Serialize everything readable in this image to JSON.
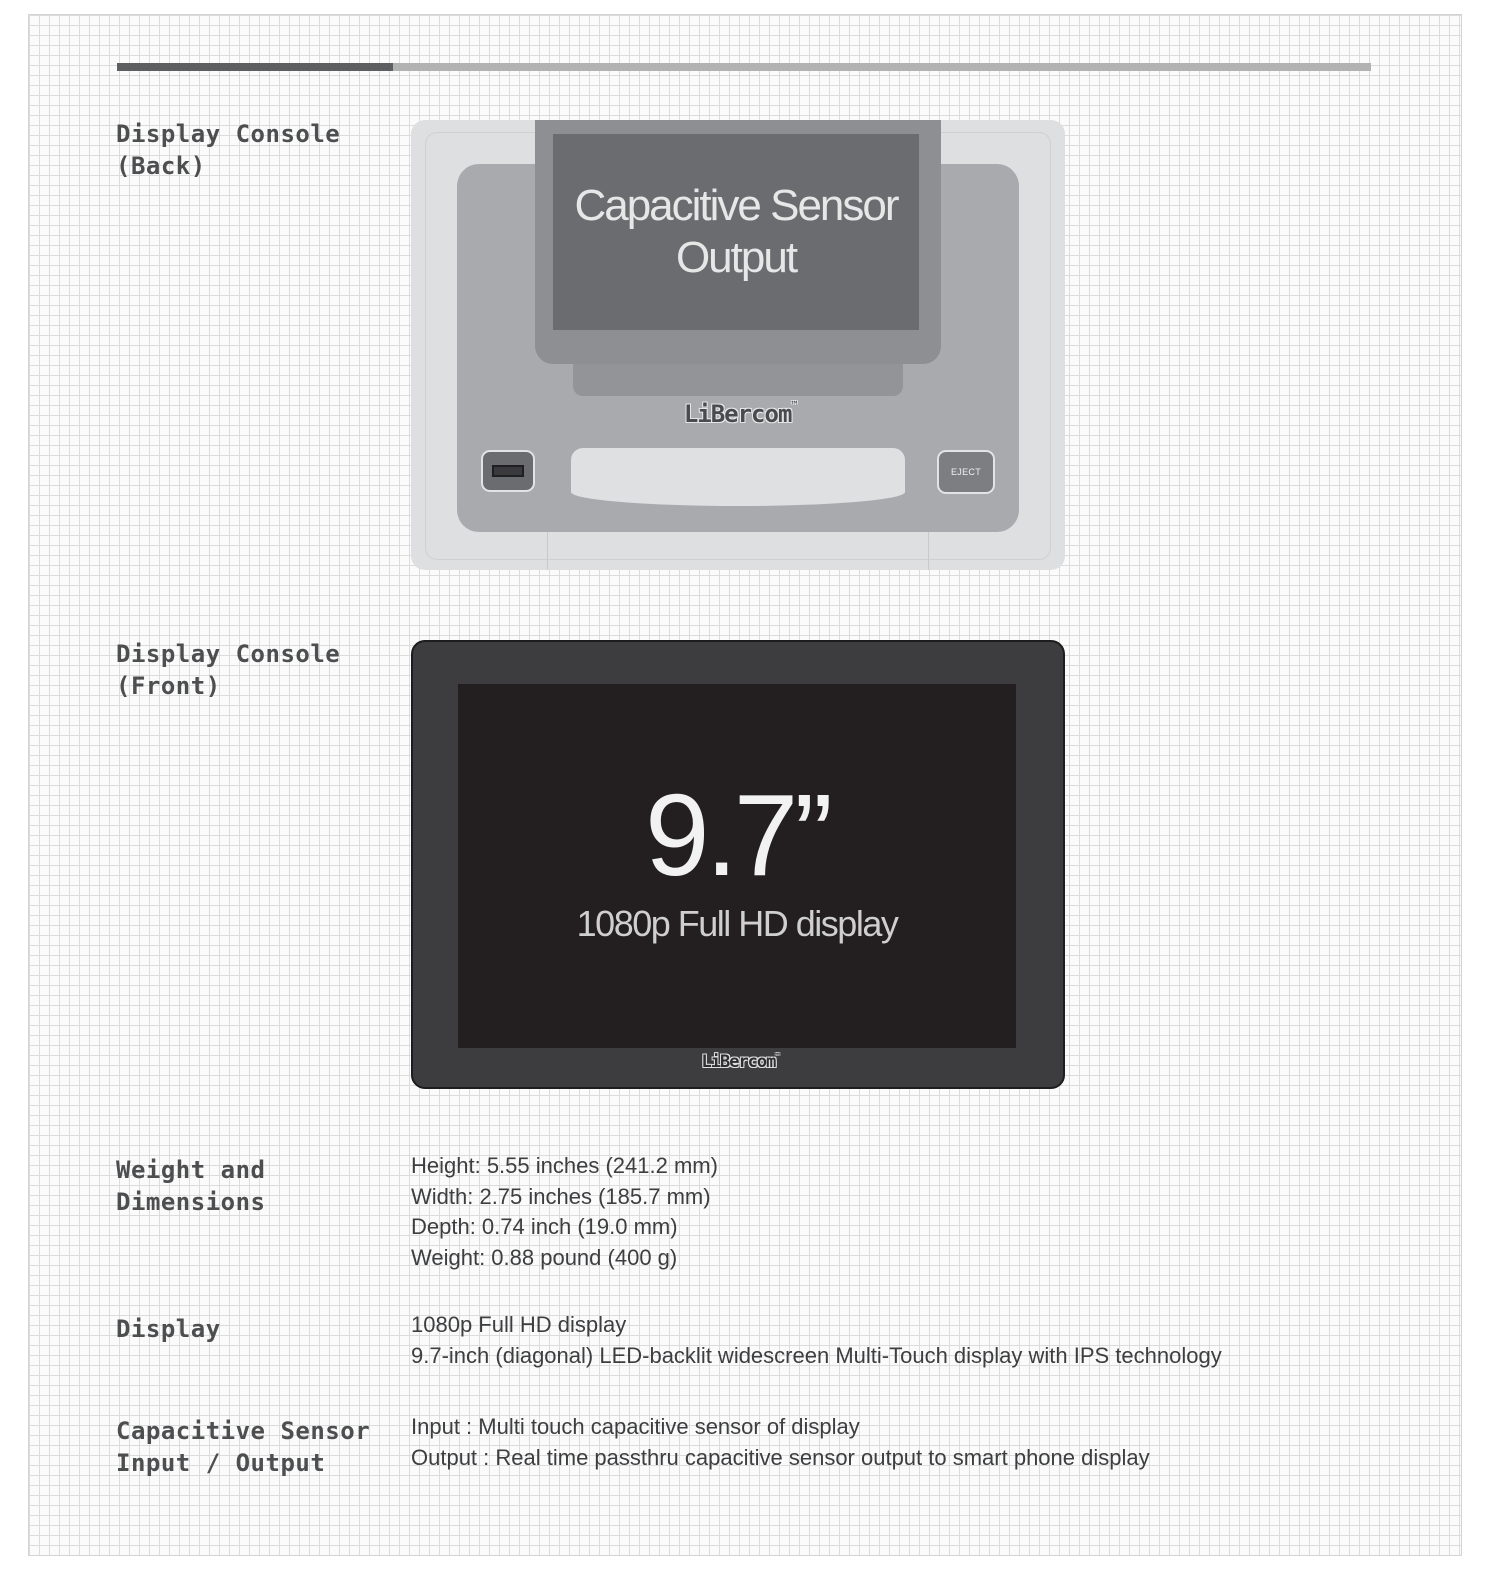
{
  "progress": {
    "fraction": 0.22,
    "fill_color": "#5e5f61",
    "track_color": "#b2b2b3"
  },
  "sections": {
    "back": {
      "label": [
        "Display Console",
        "(Back)"
      ],
      "cartridge_text": [
        "Capacitive Sensor",
        "Output"
      ],
      "brand": "LiBercom",
      "trademark": "™",
      "eject_label": "EJECT"
    },
    "front": {
      "label": [
        "Display Console",
        "(Front)"
      ],
      "screen_size": "9.7”",
      "screen_caption": "1080p Full HD display",
      "brand": "LiBercom",
      "trademark": "™"
    },
    "dimensions": {
      "label": [
        "Weight and",
        "Dimensions"
      ],
      "lines": [
        "Height: 5.55 inches (241.2 mm)",
        "Width: 2.75 inches (185.7 mm)",
        "Depth: 0.74 inch (19.0 mm)",
        "Weight: 0.88 pound (400 g)"
      ]
    },
    "display": {
      "label": [
        "Display"
      ],
      "lines": [
        "1080p Full HD display",
        "9.7-inch (diagonal) LED-backlit widescreen Multi-Touch display with IPS technology"
      ]
    },
    "sensor": {
      "label": [
        "Capacitive Sensor",
        "Input / Output"
      ],
      "lines": [
        "Input : Multi touch capacitive sensor of display",
        "Output : Real time passthru capacitive sensor output to smart phone display"
      ]
    }
  },
  "icons": {
    "usb": "usb-port-icon"
  }
}
